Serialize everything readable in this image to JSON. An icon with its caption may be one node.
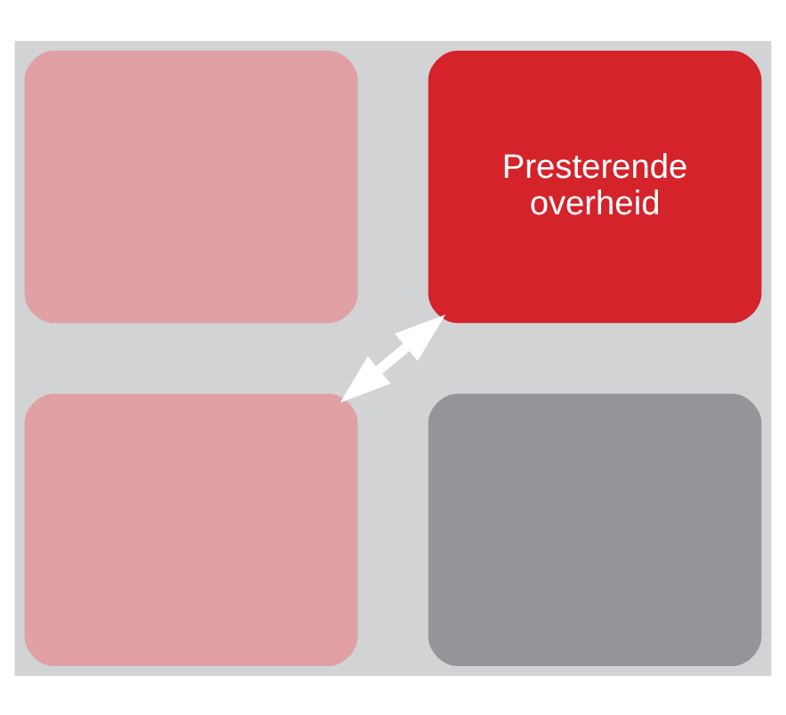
{
  "diagram": {
    "nodes": [
      {
        "text": [],
        "shape": "box"
      },
      {
        "text": [
          "Presterende overheid"
        ]
      },
      {
        "text": [],
        "shape": "box"
      },
      {
        "text": [],
        "shape": "box"
      }
    ],
    "edges": [
      {
        "from": 1,
        "to": 2,
        "arrow": "both"
      }
    ]
  }
}
